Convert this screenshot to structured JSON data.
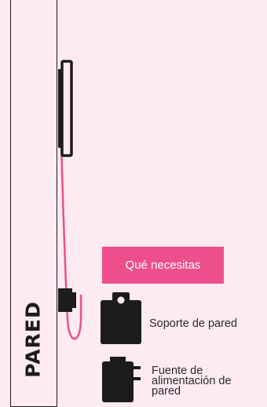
{
  "wall": {
    "label": "PARED"
  },
  "section": {
    "heading": "Qué necesitas"
  },
  "items": [
    {
      "icon": "wall-mount-icon",
      "label": "Soporte de pared"
    },
    {
      "icon": "power-adapter-icon",
      "label": "Fuente de alimentación de pared"
    }
  ],
  "colors": {
    "background": "#fdebf1",
    "accent": "#ec4f8b",
    "ink": "#1c1c1c"
  }
}
